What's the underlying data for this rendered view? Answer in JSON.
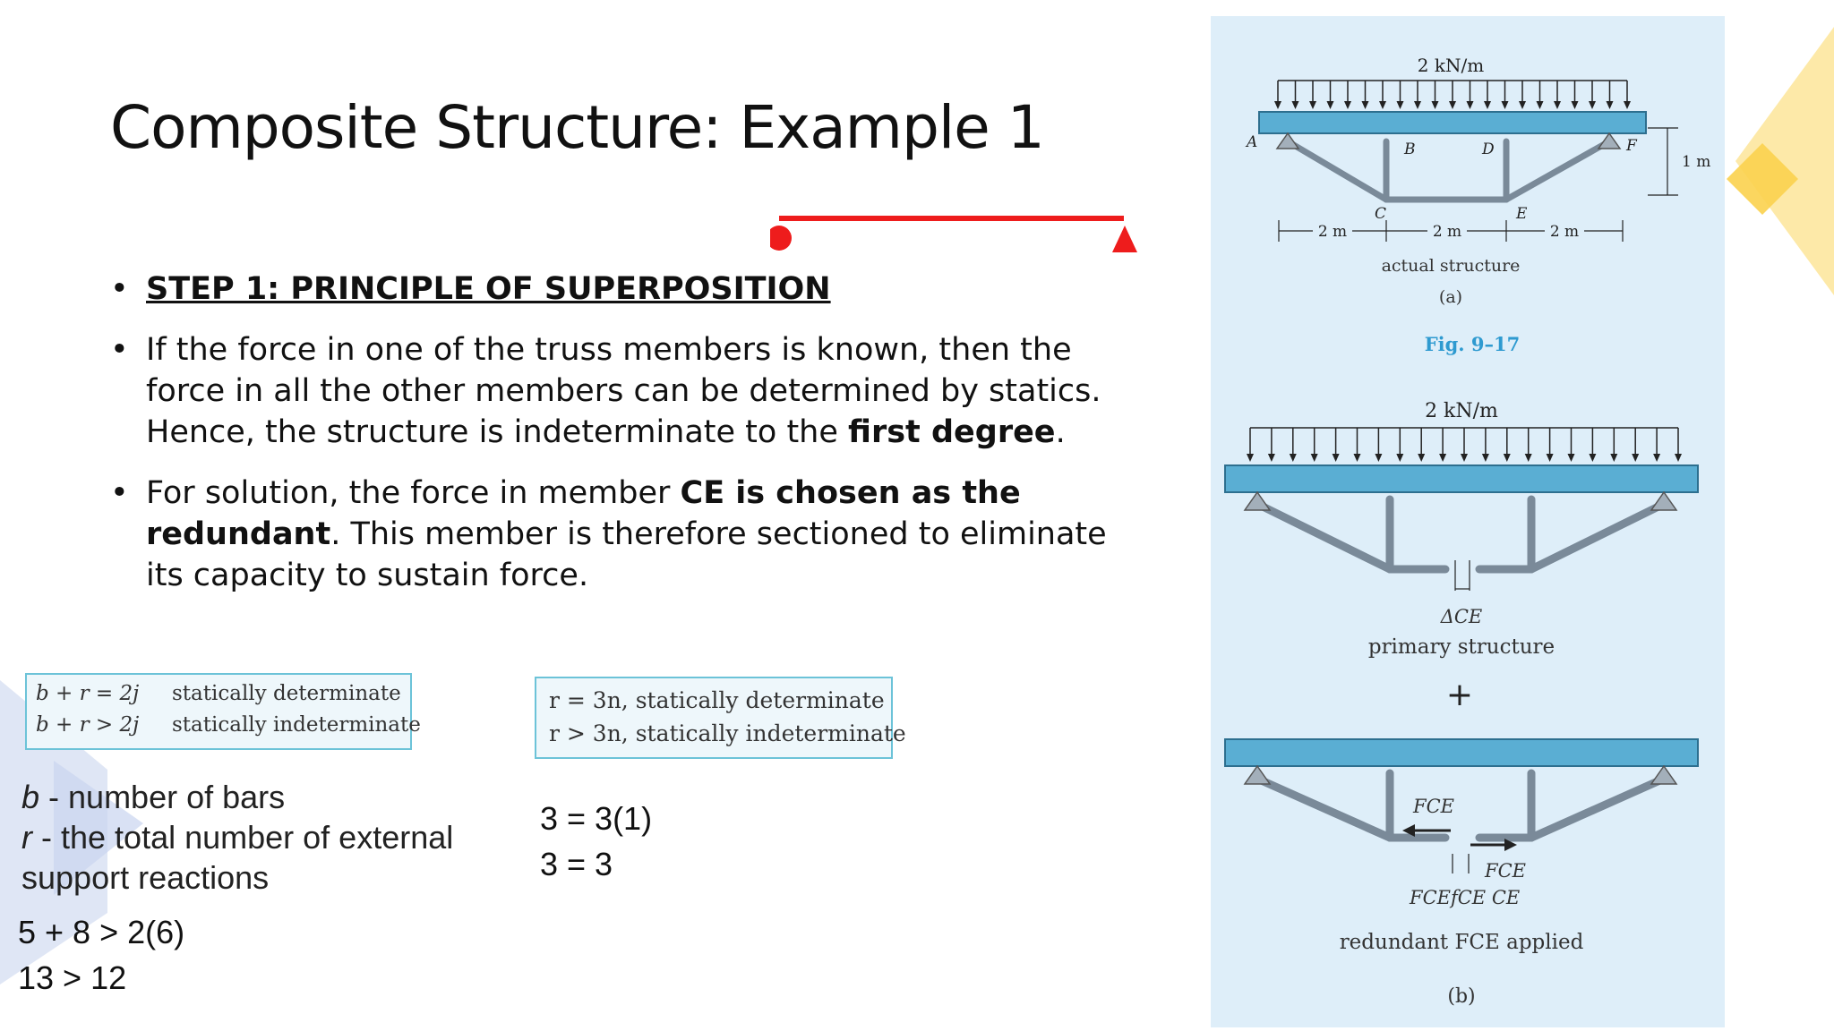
{
  "slide": {
    "title": "Composite Structure: Example 1",
    "bullets": {
      "b1": "STEP 1: PRINCIPLE OF SUPERPOSITION",
      "b2_a": "If the force in one of the truss members is known, then the force in all the other members can be determined by statics. Hence, the structure is indeterminate to the ",
      "b2_bold": "first degree",
      "b2_end": ".",
      "b3_a": "For solution, the force in member ",
      "b3_bold1": "CE is chosen as the redundant",
      "b3_b": ". This member is therefore sectioned to eliminate its capacity to sustain force."
    },
    "truss_box": {
      "row1_eq": "b + r = 2j",
      "row1_text": "statically determinate",
      "row2_eq": "b + r > 2j",
      "row2_text": "statically indeterminate"
    },
    "frame_box": {
      "row1": "r = 3n, statically determinate",
      "row2": "r > 3n, statically indeterminate"
    },
    "definitions": {
      "b_sym": "b",
      "b_text": " - number of bars",
      "r_sym": "r",
      "r_text": " - the total number of external support reactions"
    },
    "calc_truss": [
      "5 + 8 > 2(6)",
      "13 > 12"
    ],
    "calc_frame": [
      "3 = 3(1)",
      "3 = 3"
    ]
  },
  "figure": {
    "load_label_a": "2 kN/m",
    "joints": {
      "A": "A",
      "B": "B",
      "C": "C",
      "D": "D",
      "E": "E",
      "F": "F"
    },
    "dims": {
      "d1": "2 m",
      "d2": "2 m",
      "d3": "2 m",
      "height": "1 m"
    },
    "caption_a": "actual structure",
    "sub_a": "(a)",
    "fig_label": "Fig. 9–17",
    "load_label_b": "2 kN/m",
    "delta_label": "ΔCE",
    "caption_primary": "primary structure",
    "plus": "+",
    "fce_top": "FCE",
    "fce_right": "FCE",
    "fce_bottom": "FCEfCE CE",
    "caption_redundant": "redundant FCE applied",
    "sub_b": "(b)"
  },
  "colors": {
    "accent_red": "#ee1c1c",
    "panel_bg": "#deeef9",
    "beam_blue": "#5aaed3",
    "fig_label_blue": "#2e9ad0",
    "deco_yellow": "#fbd24e"
  }
}
